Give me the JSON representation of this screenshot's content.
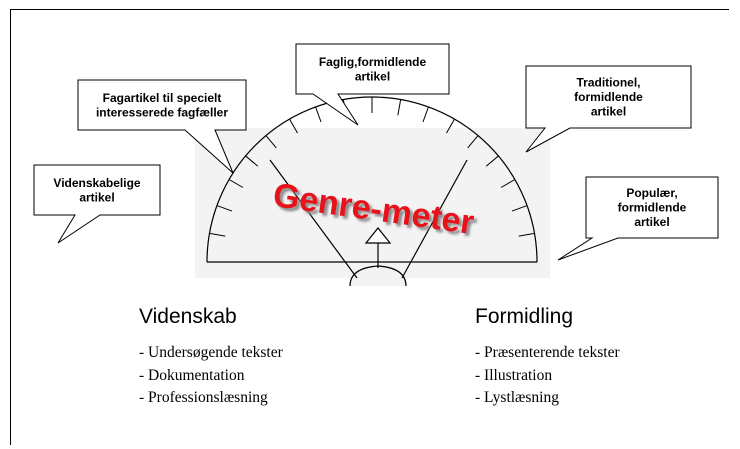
{
  "meter": {
    "title": "Genre-meter"
  },
  "callouts": [
    {
      "id": "videnskabelige",
      "lines": [
        "Videnskabelige",
        "artikel"
      ]
    },
    {
      "id": "fagartikel",
      "lines": [
        "Fagartikel til specielt",
        "interesserede fagfæller"
      ]
    },
    {
      "id": "faglig",
      "lines": [
        "Faglig,formidlende",
        "artikel"
      ]
    },
    {
      "id": "traditionel",
      "lines": [
        "Traditionel,",
        "formidlende",
        "artikel"
      ]
    },
    {
      "id": "populaer",
      "lines": [
        "Populær,",
        "formidlende",
        "artikel"
      ]
    }
  ],
  "left_column": {
    "heading": "Videnskab",
    "items": [
      "Undersøgende tekster",
      "Dokumentation",
      "Professionslæsning"
    ]
  },
  "right_column": {
    "heading": "Formidling",
    "items": [
      "Præsenterende tekster",
      "Illustration",
      "Lystlæsning"
    ]
  },
  "colors": {
    "title_red": "#e8121b",
    "title_shadow": "#8a8a8a",
    "meter_fill": "#f3f3f3",
    "callout_fill": "#ffffff",
    "line": "#000000"
  }
}
